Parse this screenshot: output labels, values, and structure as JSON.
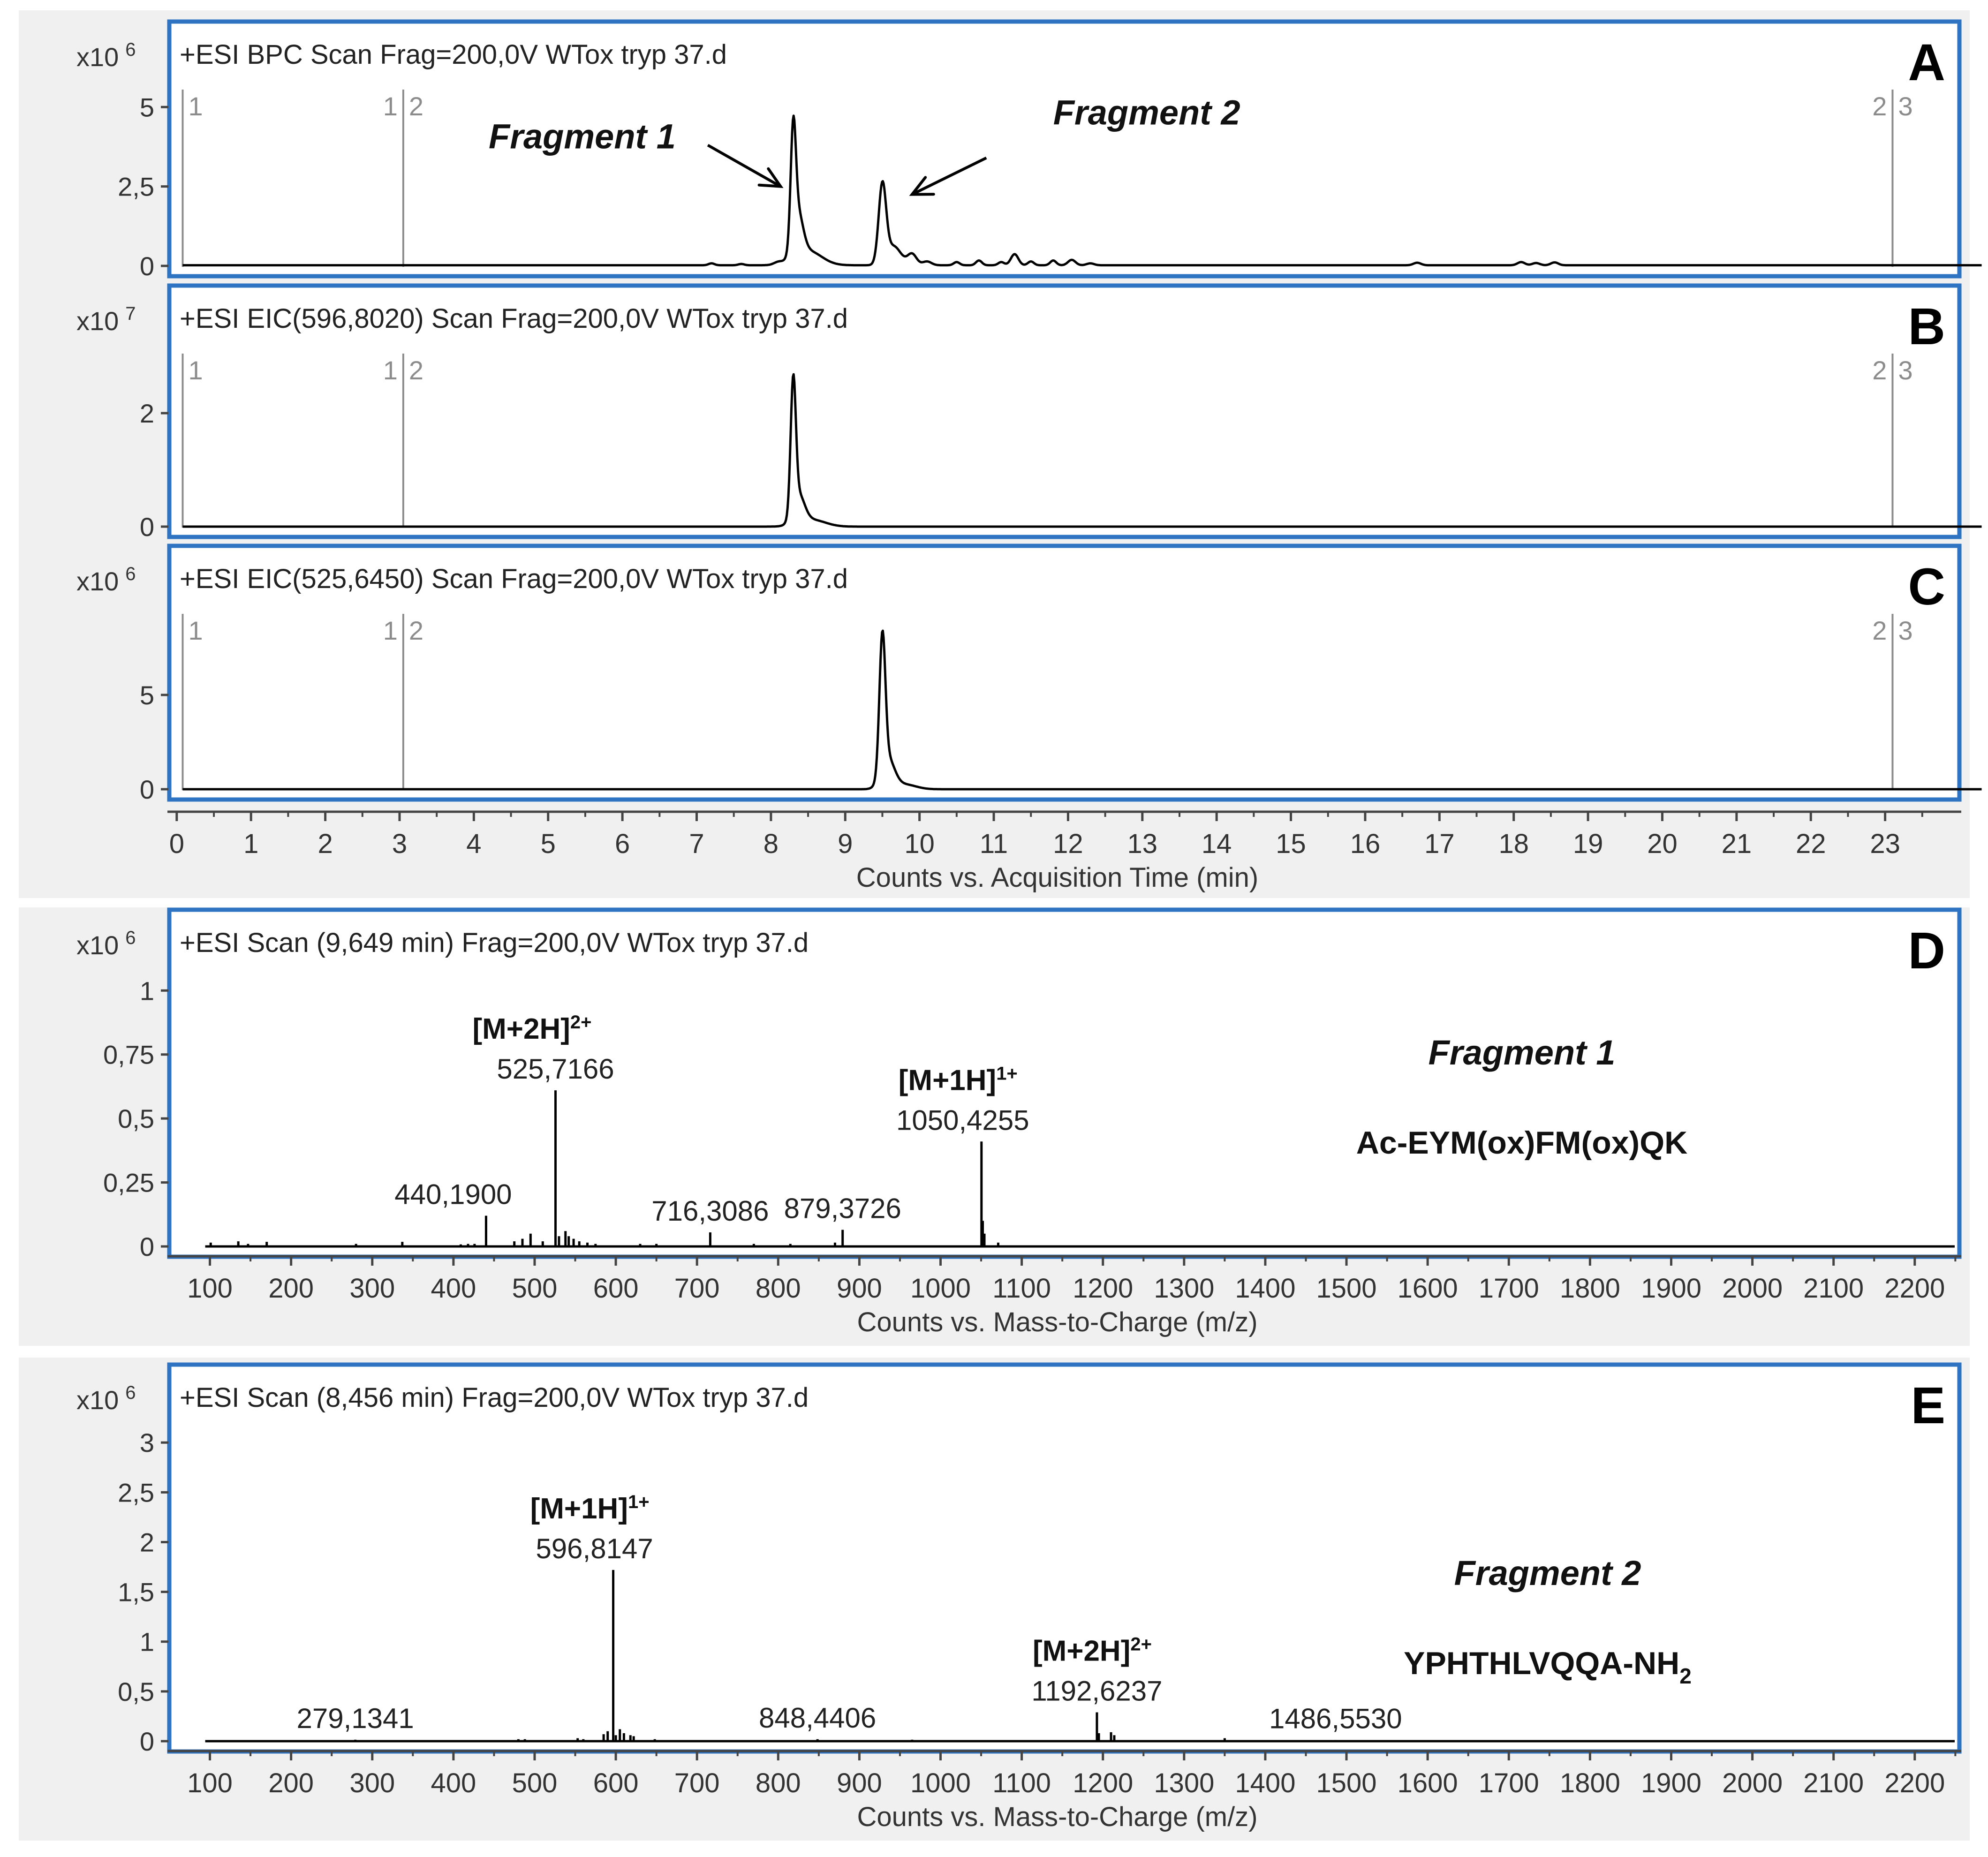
{
  "colors": {
    "panel_bg": "#f0f0f0",
    "frame": "#2f74c2",
    "trace": "#000000",
    "marker_line": "#8c8c8c",
    "marker_text": "#8c8c8c",
    "axis_text": "#333333"
  },
  "chart_data": [
    {
      "id": "A",
      "type": "line",
      "letter": "A",
      "header": "+ESI BPC Scan Frag=200,0V WTox tryp 37.d",
      "multiplier": "x10",
      "multiplier_exp": "6",
      "xlim": [
        -0.1,
        24.0
      ],
      "ylim": [
        0,
        5.55
      ],
      "yticks": [
        0,
        2.5,
        5
      ],
      "ytick_labels": [
        "0",
        "2,5",
        "5"
      ],
      "markers": [
        {
          "x": 0.08,
          "labels": [
            "1"
          ]
        },
        {
          "x": 3.05,
          "labels": [
            "1",
            "2"
          ]
        },
        {
          "x": 23.1,
          "labels": [
            "2",
            "3"
          ]
        }
      ],
      "baseline": 0.02,
      "peaks": [
        [
          7.2,
          0.06,
          0.04
        ],
        [
          7.6,
          0.04,
          0.04
        ],
        [
          8.1,
          0.08,
          0.06
        ],
        [
          8.3,
          3.5,
          0.035
        ],
        [
          8.36,
          1.35,
          0.07
        ],
        [
          8.5,
          0.45,
          0.18
        ],
        [
          9.5,
          2.45,
          0.05
        ],
        [
          9.65,
          0.6,
          0.1
        ],
        [
          9.9,
          0.35,
          0.06
        ],
        [
          10.1,
          0.12,
          0.06
        ],
        [
          10.5,
          0.1,
          0.04
        ],
        [
          10.8,
          0.15,
          0.04
        ],
        [
          11.1,
          0.1,
          0.04
        ],
        [
          11.28,
          0.35,
          0.05
        ],
        [
          11.5,
          0.12,
          0.04
        ],
        [
          11.8,
          0.15,
          0.04
        ],
        [
          12.05,
          0.17,
          0.05
        ],
        [
          12.3,
          0.06,
          0.05
        ],
        [
          16.7,
          0.08,
          0.05
        ],
        [
          18.1,
          0.1,
          0.05
        ],
        [
          18.3,
          0.07,
          0.05
        ],
        [
          18.55,
          0.09,
          0.05
        ]
      ],
      "annotations": [
        {
          "text": "Fragment 1",
          "x": 4.2,
          "y": 3.7,
          "arrow_from": [
            7.15,
            3.8
          ],
          "arrow_to": [
            8.13,
            2.5
          ]
        },
        {
          "text": "Fragment 2",
          "x": 11.8,
          "y": 4.45,
          "arrow_from": [
            10.9,
            3.4
          ],
          "arrow_to": [
            9.9,
            2.25
          ]
        }
      ]
    },
    {
      "id": "B",
      "type": "line",
      "letter": "B",
      "header": "+ESI EIC(596,8020) Scan Frag=200,0V WTox tryp 37.d",
      "multiplier": "x10",
      "multiplier_exp": "7",
      "xlim": [
        -0.1,
        24.0
      ],
      "ylim": [
        0,
        3.05
      ],
      "yticks": [
        0,
        2
      ],
      "ytick_labels": [
        "0",
        "2"
      ],
      "markers": [
        {
          "x": 0.08,
          "labels": [
            "1"
          ]
        },
        {
          "x": 3.05,
          "labels": [
            "1",
            "2"
          ]
        },
        {
          "x": 23.1,
          "labels": [
            "2",
            "3"
          ]
        }
      ],
      "baseline": 0.0,
      "peaks": [
        [
          8.3,
          2.3,
          0.035
        ],
        [
          8.37,
          0.5,
          0.08
        ],
        [
          8.55,
          0.12,
          0.18
        ]
      ],
      "annotations": []
    },
    {
      "id": "C",
      "type": "line",
      "letter": "C",
      "header": "+ESI EIC(525,6450) Scan Frag=200,0V WTox tryp 37.d",
      "multiplier": "x10",
      "multiplier_exp": "6",
      "xlim": [
        -0.1,
        24.0
      ],
      "ylim": [
        0,
        9.3
      ],
      "yticks": [
        0,
        5
      ],
      "ytick_labels": [
        "0",
        "5"
      ],
      "markers": [
        {
          "x": 0.08,
          "labels": [
            "1"
          ]
        },
        {
          "x": 3.05,
          "labels": [
            "1",
            "2"
          ]
        },
        {
          "x": 23.1,
          "labels": [
            "2",
            "3"
          ]
        }
      ],
      "baseline": 0.0,
      "peaks": [
        [
          9.5,
          7.2,
          0.04
        ],
        [
          9.57,
          1.6,
          0.09
        ],
        [
          9.8,
          0.25,
          0.15
        ]
      ],
      "xticks": [
        0,
        1,
        2,
        3,
        4,
        5,
        6,
        7,
        8,
        9,
        10,
        11,
        12,
        13,
        14,
        15,
        16,
        17,
        18,
        19,
        20,
        21,
        22,
        23
      ],
      "xlabel": "Counts vs. Acquisition Time (min)",
      "annotations": []
    },
    {
      "id": "D",
      "type": "bar",
      "letter": "D",
      "header": "+ESI Scan (9,649 min) Frag=200,0V WTox tryp 37.d",
      "multiplier": "x10",
      "multiplier_exp": "6",
      "xlim": [
        50,
        2255
      ],
      "ylim": [
        0,
        1.05
      ],
      "yticks": [
        0,
        0.25,
        0.5,
        0.75,
        1
      ],
      "ytick_labels": [
        "0",
        "0,25",
        "0,5",
        "0,75",
        "1"
      ],
      "xticks": [
        100,
        200,
        300,
        400,
        500,
        600,
        700,
        800,
        900,
        1000,
        1100,
        1200,
        1300,
        1400,
        1500,
        1600,
        1700,
        1800,
        1900,
        2000,
        2100,
        2200
      ],
      "xlabel": "Counts vs. Mass-to-Charge (m/z)",
      "sticks": [
        [
          101,
          0.015
        ],
        [
          135,
          0.02
        ],
        [
          147,
          0.01
        ],
        [
          170,
          0.018
        ],
        [
          280,
          0.01
        ],
        [
          337,
          0.018
        ],
        [
          409,
          0.008
        ],
        [
          418,
          0.01
        ],
        [
          426,
          0.01
        ],
        [
          440.19,
          0.12
        ],
        [
          475,
          0.02
        ],
        [
          485,
          0.03
        ],
        [
          495,
          0.05
        ],
        [
          510,
          0.02
        ],
        [
          525.7166,
          0.61
        ],
        [
          530,
          0.04
        ],
        [
          538,
          0.06
        ],
        [
          542,
          0.04
        ],
        [
          548,
          0.03
        ],
        [
          555,
          0.02
        ],
        [
          565,
          0.015
        ],
        [
          575,
          0.01
        ],
        [
          630,
          0.01
        ],
        [
          650,
          0.01
        ],
        [
          716.3086,
          0.055
        ],
        [
          770,
          0.01
        ],
        [
          815,
          0.01
        ],
        [
          870,
          0.015
        ],
        [
          879.3726,
          0.065
        ],
        [
          1050.4255,
          0.41
        ],
        [
          1052,
          0.1
        ],
        [
          1054,
          0.05
        ],
        [
          1071,
          0.015
        ]
      ],
      "peak_labels": [
        {
          "mz": 440.19,
          "y": 0.12,
          "text": "440,1900",
          "dx": -70
        },
        {
          "mz": 525.7166,
          "y": 0.61,
          "text": "525,7166",
          "dx": 0
        },
        {
          "mz": 716.3086,
          "y": 0.055,
          "text": "716,3086",
          "dx": 0
        },
        {
          "mz": 879.3726,
          "y": 0.065,
          "text": "879,3726",
          "dx": 0
        },
        {
          "mz": 1050.4255,
          "y": 0.41,
          "text": "1050,4255",
          "dx": -40
        }
      ],
      "ion_labels": [
        {
          "mz": 525.7166,
          "y": 0.61,
          "base": "[M+2H]",
          "sup": "2+",
          "dx": -40
        },
        {
          "mz": 1050.4255,
          "y": 0.41,
          "base": "[M+1H]",
          "sup": "1+",
          "dx": -40
        }
      ],
      "fragment_title": "Fragment 1",
      "sequence": "Ac-EYM(ox)FM(ox)QK",
      "sequence_sub": ""
    },
    {
      "id": "E",
      "type": "bar",
      "letter": "E",
      "header": "+ESI Scan (8,456 min) Frag=200,0V WTox tryp 37.d",
      "multiplier": "x10",
      "multiplier_exp": "6",
      "xlim": [
        50,
        2255
      ],
      "ylim": [
        0,
        3.1
      ],
      "yticks": [
        0,
        0.5,
        1,
        1.5,
        2,
        2.5,
        3
      ],
      "ytick_labels": [
        "0",
        "0,5",
        "1",
        "1,5",
        "2",
        "2,5",
        "3"
      ],
      "xticks": [
        100,
        200,
        300,
        400,
        500,
        600,
        700,
        800,
        900,
        1000,
        1100,
        1200,
        1300,
        1400,
        1500,
        1600,
        1700,
        1800,
        1900,
        2000,
        2100,
        2200
      ],
      "xlabel": "Counts vs. Mass-to-Charge (m/z)",
      "sticks": [
        [
          279.1341,
          0.015
        ],
        [
          480,
          0.02
        ],
        [
          488,
          0.02
        ],
        [
          553,
          0.03
        ],
        [
          560,
          0.02
        ],
        [
          585,
          0.07
        ],
        [
          590,
          0.1
        ],
        [
          596.8147,
          1.72
        ],
        [
          600,
          0.06
        ],
        [
          605,
          0.12
        ],
        [
          610,
          0.08
        ],
        [
          618,
          0.06
        ],
        [
          622,
          0.05
        ],
        [
          648,
          0.02
        ],
        [
          848.4406,
          0.02
        ],
        [
          965,
          0.015
        ],
        [
          1192.6237,
          0.29
        ],
        [
          1195,
          0.08
        ],
        [
          1210,
          0.09
        ],
        [
          1214,
          0.06
        ],
        [
          1350,
          0.03
        ],
        [
          1486.553,
          0.012
        ]
      ],
      "peak_labels": [
        {
          "mz": 279.1341,
          "y": 0.015,
          "text": "279,1341",
          "dx": 0
        },
        {
          "mz": 596.8147,
          "y": 1.72,
          "text": "596,8147",
          "dx": -40
        },
        {
          "mz": 848.4406,
          "y": 0.02,
          "text": "848,4406",
          "dx": 0
        },
        {
          "mz": 1192.6237,
          "y": 0.29,
          "text": "1192,6237",
          "dx": 0
        },
        {
          "mz": 1486.553,
          "y": 0.012,
          "text": "1486,5530",
          "dx": 0
        }
      ],
      "ion_labels": [
        {
          "mz": 596.8147,
          "y": 1.72,
          "base": "[M+1H]",
          "sup": "1+",
          "dx": -40
        },
        {
          "mz": 1192.6237,
          "y": 0.29,
          "base": "[M+2H]",
          "sup": "2+",
          "dx": 0
        }
      ],
      "fragment_title": "Fragment 2",
      "sequence": "YPHTHLVQQA-NH",
      "sequence_sub": "2"
    }
  ]
}
